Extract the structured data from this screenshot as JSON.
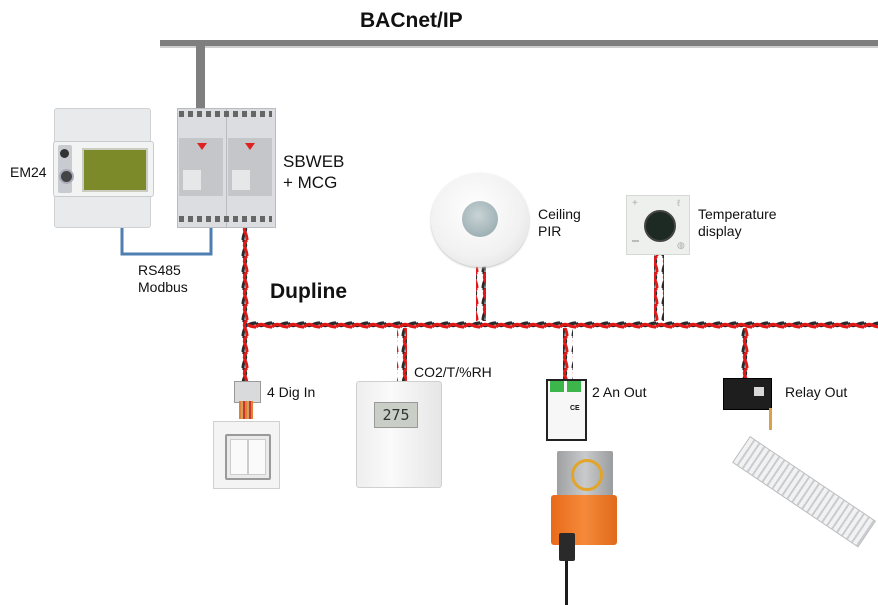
{
  "networks": {
    "bacnet_label": "BACnet/IP",
    "dupline_label": "Dupline",
    "rs485_line1": "RS485",
    "rs485_line2": "Modbus"
  },
  "devices": {
    "em24": {
      "label": "EM24"
    },
    "sbweb": {
      "label_line1": "SBWEB",
      "label_line2": "+ MCG"
    },
    "ceiling_pir": {
      "label_line1": "Ceiling",
      "label_line2": "PIR"
    },
    "temp_display": {
      "label_line1": "Temperature",
      "label_line2": "display"
    },
    "dig_in": {
      "label": "4 Dig In"
    },
    "co2": {
      "label": "CO2/T/%RH",
      "display_value": "275"
    },
    "an_out": {
      "label": "2 An Out"
    },
    "relay_out": {
      "label": "Relay Out"
    }
  },
  "colors": {
    "bacnet_bus": "#7f7f7f",
    "rs485_wire": "#4f7fb0",
    "wire_red": "#e01818",
    "wire_black": "#2a2a2a",
    "actuator_orange": "#f07a28",
    "lcd_green": "#7c8a2a"
  }
}
